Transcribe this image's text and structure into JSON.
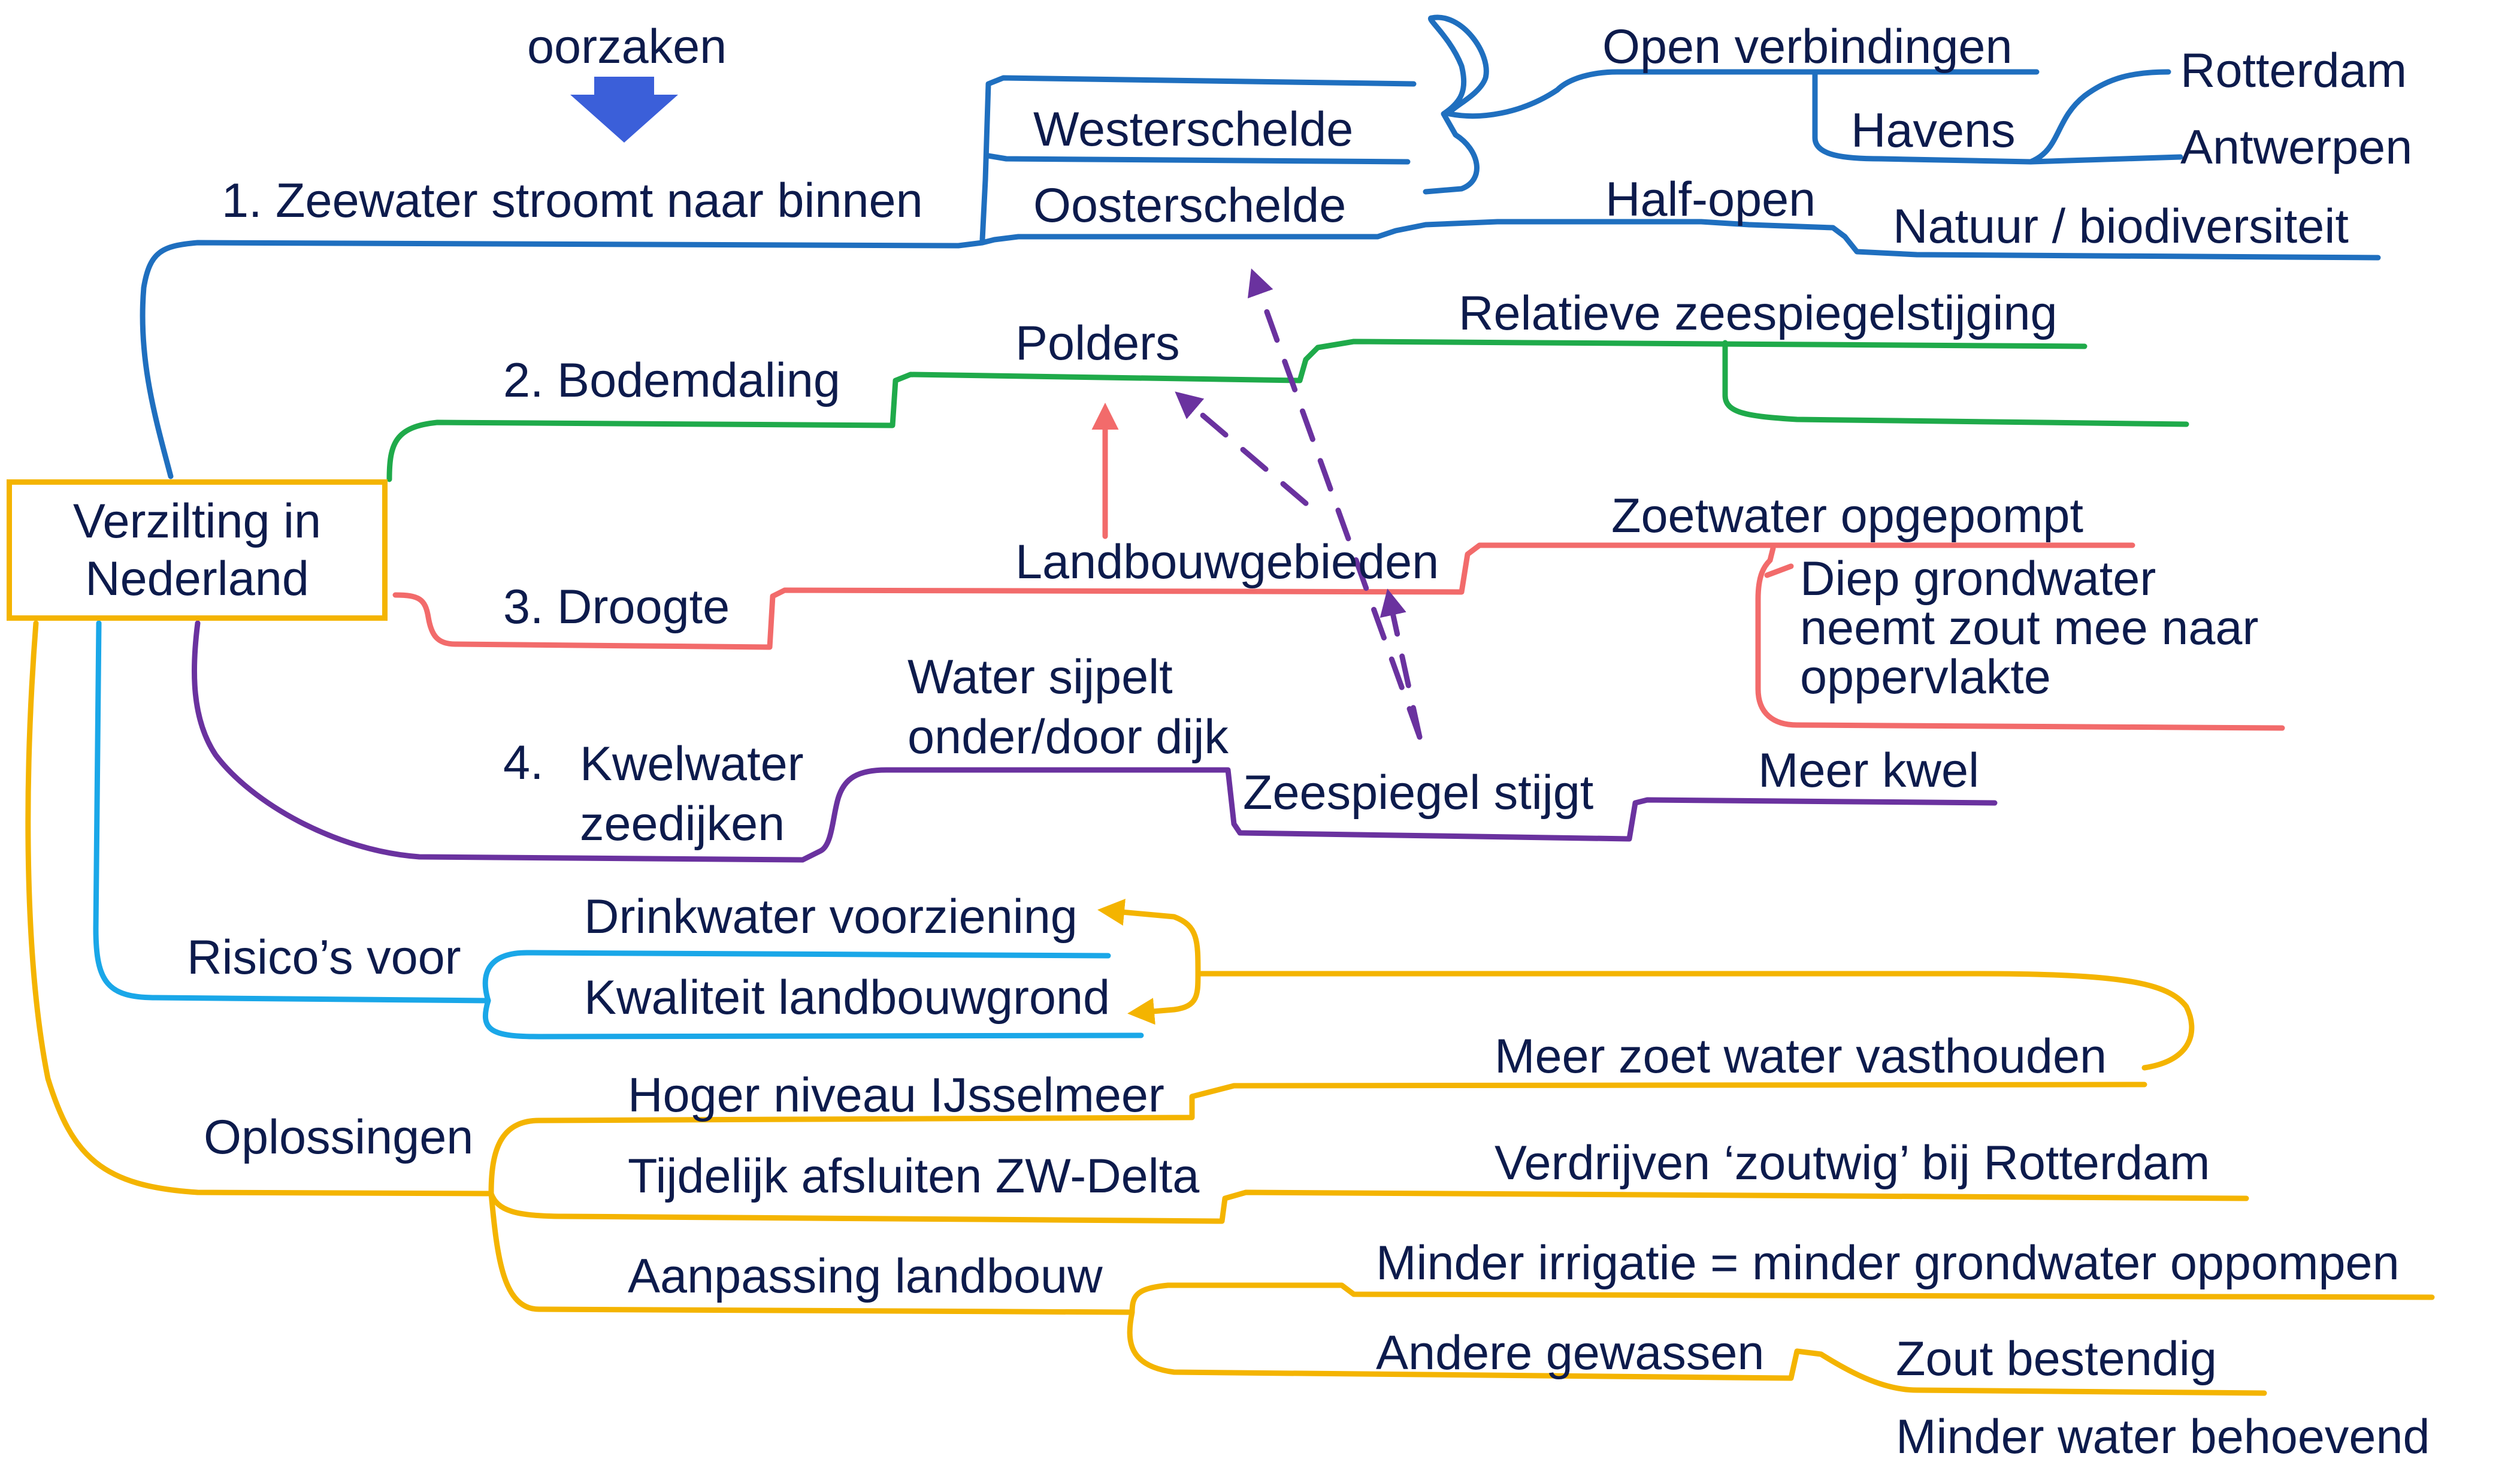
{
  "root": "Verzilting in\nNederland",
  "header": "oorzaken",
  "branches": {
    "zeewater": {
      "title": "1.  Zeewater stroomt naar binnen",
      "westerschelde": "Westerschelde",
      "oosterschelde": "Oosterschelde",
      "open_verbindingen": "Open verbindingen",
      "havens": "Havens",
      "rotterdam": "Rotterdam",
      "antwerpen": "Antwerpen",
      "half_open": "Half-open",
      "natuur": "Natuur / biodiversiteit"
    },
    "bodemdaling": {
      "title": "2.  Bodemdaling",
      "polders": "Polders",
      "relatieve": "Relatieve zeespiegelstijging"
    },
    "droogte": {
      "title": "3.  Droogte",
      "landbouwgebieden": "Landbouwgebieden",
      "zoetwater": "Zoetwater opgepompt",
      "diep": "Diep grondwater\nneemt zout mee naar\noppervlakte"
    },
    "kwelwater": {
      "title_num": "4.",
      "title": "Kwelwater\nzeedijken",
      "sijpelt": "Water sijpelt\nonder/door dijk",
      "zeespiegel": "Zeespiegel stijgt",
      "meer_kwel": "Meer kwel"
    },
    "risicos": {
      "title": "Risico’s voor",
      "drinkwater": "Drinkwater voorziening",
      "kwaliteit": "Kwaliteit landbouwgrond"
    },
    "oplossingen": {
      "title": "Oplossingen",
      "hoger": "Hoger niveau IJsselmeer",
      "meer_zoet": "Meer zoet water vasthouden",
      "tijdelijk": "Tijdelijk afsluiten ZW-Delta",
      "verdrijven": "Verdrijven ‘zoutwig’ bij Rotterdam",
      "aanpassing": "Aanpassing landbouw",
      "minder_irrigatie": "Minder irrigatie = minder grondwater oppompen",
      "andere": "Andere gewassen",
      "zout": "Zout bestendig",
      "minder_water": "Minder water behoevend"
    }
  },
  "colors": {
    "blue": "#1f6fbf",
    "green": "#1faa4a",
    "red": "#f26b6b",
    "purple": "#6a329f",
    "cyan": "#1aa7e8",
    "yellow": "#f4b400",
    "text": "#0d1b4c",
    "arrow": "#3b5fd9"
  }
}
